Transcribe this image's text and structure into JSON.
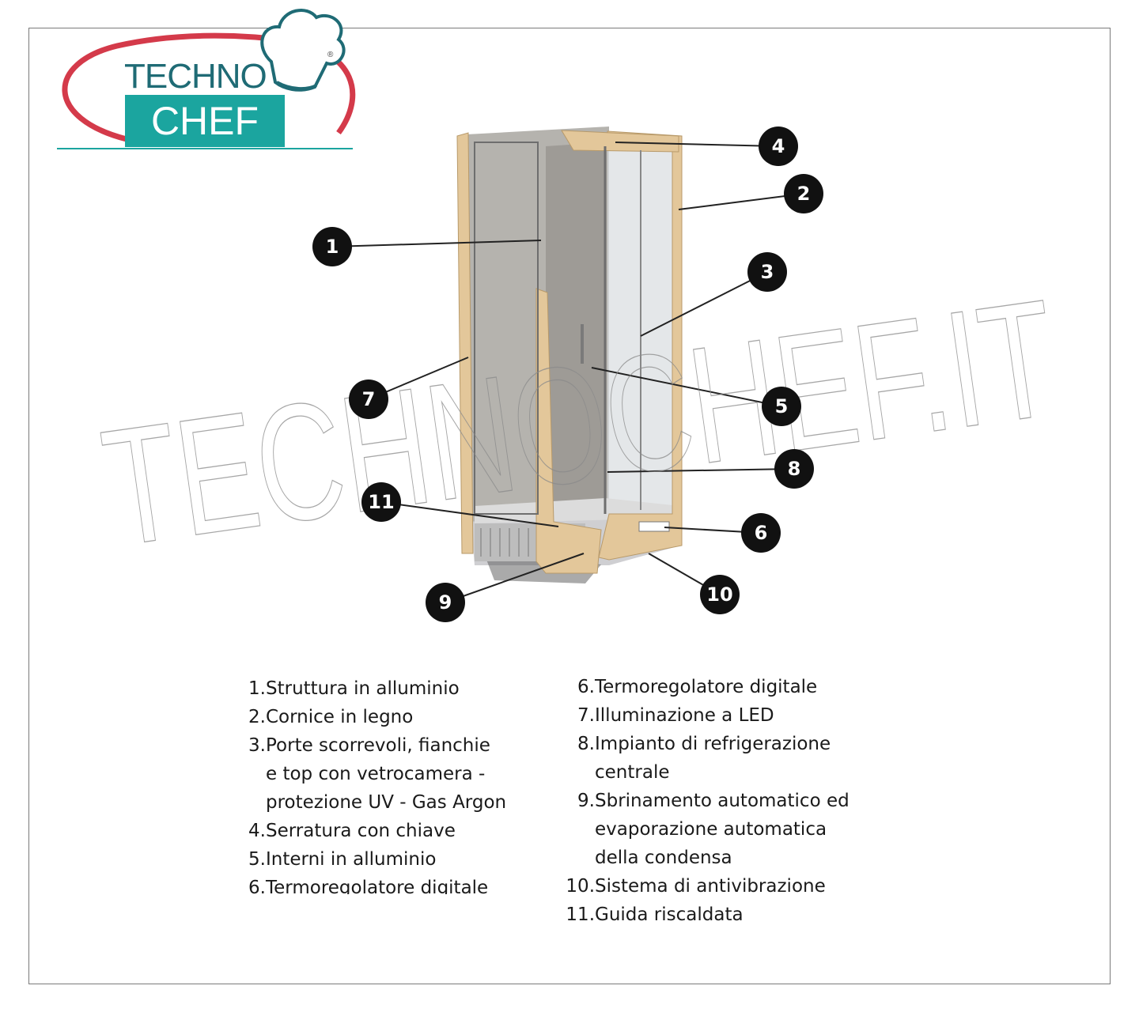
{
  "logo": {
    "line1": "TECHNO",
    "line2": "CHEF",
    "registered": "®",
    "colors": {
      "teal": "#1ba59f",
      "dark_teal": "#1f6b75",
      "arc_red": "#d43a4a",
      "hat_blue": "#1f6b75"
    }
  },
  "watermark": {
    "text": "TECHNOCHEF.IT"
  },
  "diagram": {
    "subject": "refrigerated display cabinet",
    "wood_color": "#e3c79a",
    "callouts": [
      "1",
      "2",
      "3",
      "4",
      "5",
      "6",
      "7",
      "8",
      "9",
      "10",
      "11"
    ]
  },
  "legend": {
    "left": [
      {
        "num": "1.",
        "lines": [
          "Struttura in alluminio"
        ]
      },
      {
        "num": "2.",
        "lines": [
          "Cornice in legno"
        ]
      },
      {
        "num": "3.",
        "lines": [
          "Porte scorrevoli, fianchie",
          "e top con vetrocamera -",
          "protezione UV - Gas Argon"
        ]
      },
      {
        "num": "4.",
        "lines": [
          "Serratura con chiave"
        ]
      },
      {
        "num": "5.",
        "lines": [
          "Interni in alluminio"
        ]
      },
      {
        "num": "6.",
        "lines": [
          "Termoregolatore digitale"
        ]
      }
    ],
    "right": [
      {
        "num": "6.",
        "lines": [
          "Termoregolatore digitale"
        ]
      },
      {
        "num": "7.",
        "lines": [
          "Illuminazione a LED"
        ]
      },
      {
        "num": "8.",
        "lines": [
          "Impianto di refrigerazione",
          "centrale"
        ]
      },
      {
        "num": "9.",
        "lines": [
          "Sbrinamento automatico ed",
          "evaporazione automatica",
          "della condensa"
        ]
      },
      {
        "num": "10.",
        "lines": [
          "Sistema di antivibrazione"
        ]
      },
      {
        "num": "11.",
        "lines": [
          "Guida riscaldata"
        ]
      }
    ]
  }
}
